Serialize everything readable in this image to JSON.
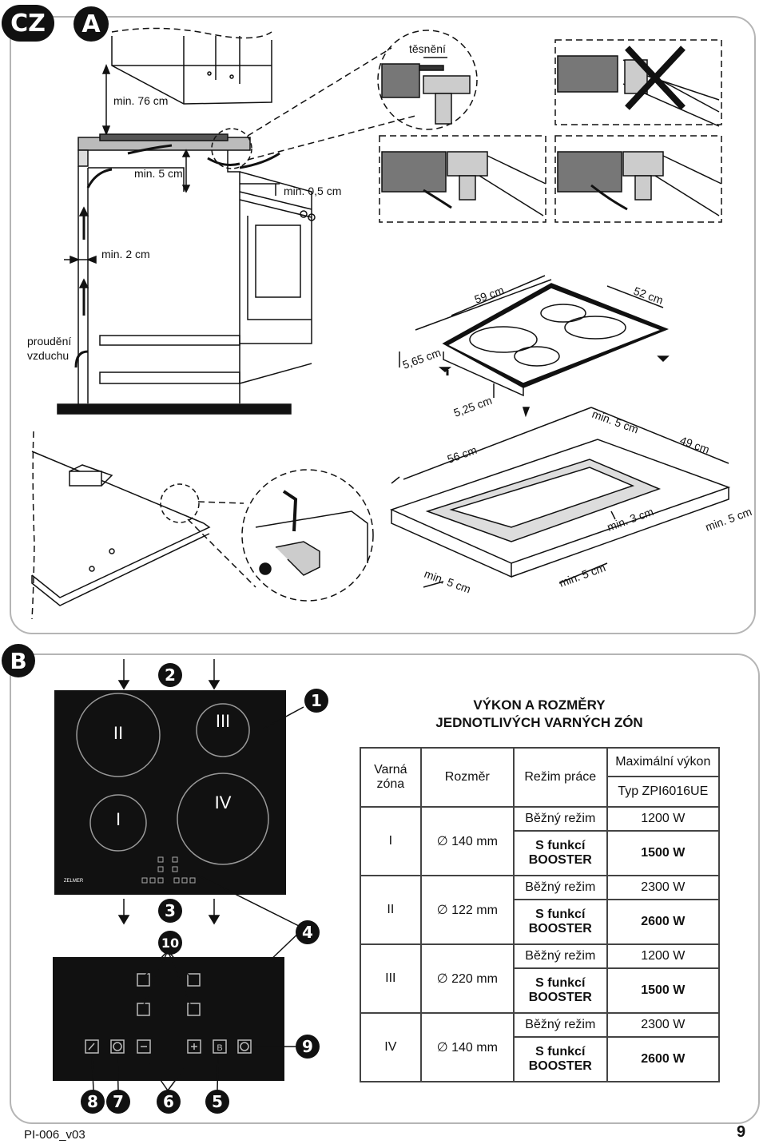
{
  "badges": {
    "lang": "CZ",
    "section_a": "A",
    "section_b": "B"
  },
  "section_a": {
    "labels": {
      "min76": "min. 76 cm",
      "seal": "těsnění",
      "min5": "min. 5 cm",
      "min05": "min. 0,5 cm",
      "min2": "min. 2 cm",
      "airflow_1": "proudění",
      "airflow_2": "vzduchu",
      "w59": "59 cm",
      "w52": "52 cm",
      "h565": "5,65 cm",
      "h525": "5,25 cm",
      "w56": "56 cm",
      "w49": "49 cm",
      "cut_min5_top": "min. 5 cm",
      "cut_min3": "min. 3 cm",
      "cut_min5_right": "min. 5 cm",
      "cut_min5_left": "min. 5 cm",
      "cut_min5_bottom": "min. 5 cm"
    }
  },
  "section_b": {
    "zones": {
      "z1": "I",
      "z2": "II",
      "z3": "III",
      "z4": "IV"
    },
    "brand": "ZELMER",
    "callouts": [
      "1",
      "2",
      "3",
      "4",
      "5",
      "6",
      "7",
      "8",
      "9",
      "10"
    ],
    "table": {
      "title_1": "VÝKON A ROZMĚRY",
      "title_2": "JEDNOTLIVÝCH VARNÝCH ZÓN",
      "headers": {
        "zone_1": "Varná",
        "zone_2": "zóna",
        "size": "Rozměr",
        "mode": "Režim práce",
        "max_power": "Maximální výkon",
        "model": "Typ ZPI6016UE"
      },
      "rows": [
        {
          "zone": "I",
          "size": "∅ 140 mm",
          "normal": "Běžný režim",
          "normal_power": "1200 W",
          "boost_1": "S funkcí",
          "boost_2": "BOOSTER",
          "boost_power": "1500 W"
        },
        {
          "zone": "II",
          "size": "∅ 122 mm",
          "normal": "Běžný režim",
          "normal_power": "2300 W",
          "boost_1": "S funkcí",
          "boost_2": "BOOSTER",
          "boost_power": "2600 W"
        },
        {
          "zone": "III",
          "size": "∅ 220 mm",
          "normal": "Běžný režim",
          "normal_power": "1200 W",
          "boost_1": "S funkcí",
          "boost_2": "BOOSTER",
          "boost_power": "1500 W"
        },
        {
          "zone": "IV",
          "size": "∅ 140 mm",
          "normal": "Běžný režim",
          "normal_power": "2300 W",
          "boost_1": "S funkcí",
          "boost_2": "BOOSTER",
          "boost_power": "2600 W"
        }
      ]
    }
  },
  "footer": {
    "doc_code": "PI-006_v03",
    "page": "9"
  }
}
